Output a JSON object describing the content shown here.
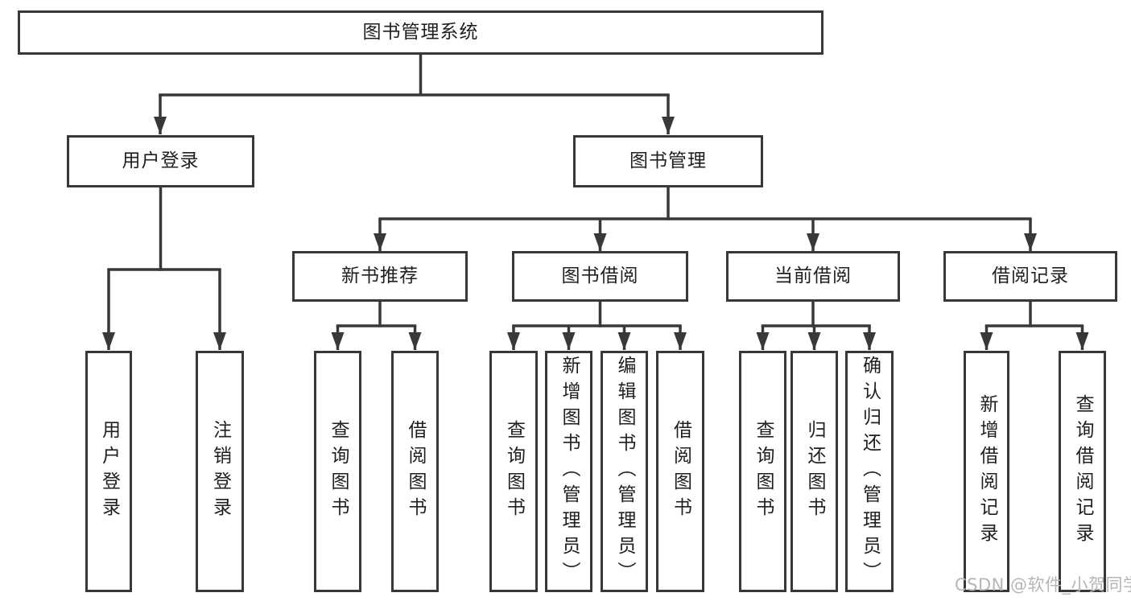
{
  "diagram": {
    "root": {
      "label": "图书管理系统",
      "children": [
        {
          "label": "用户登录",
          "children": [
            {
              "label": "用户登录"
            },
            {
              "label": "注销登录"
            }
          ]
        },
        {
          "label": "图书管理",
          "children": [
            {
              "label": "新书推荐",
              "children": [
                {
                  "label": "查询图书"
                },
                {
                  "label": "借阅图书"
                }
              ]
            },
            {
              "label": "图书借阅",
              "children": [
                {
                  "label": "查询图书"
                },
                {
                  "label": "新增图书（管理员）"
                },
                {
                  "label": "编辑图书（管理员）"
                },
                {
                  "label": "借阅图书"
                }
              ]
            },
            {
              "label": "当前借阅",
              "children": [
                {
                  "label": "查询图书"
                },
                {
                  "label": "归还图书"
                },
                {
                  "label": "确认归还（管理员）"
                }
              ]
            },
            {
              "label": "借阅记录",
              "children": [
                {
                  "label": "新增借阅记录"
                },
                {
                  "label": "查询借阅记录"
                }
              ]
            }
          ]
        }
      ]
    }
  },
  "watermark": "CSDN @软件_小贺同学",
  "colors": {
    "line": "#383838",
    "text": "#1f1f1f",
    "watermark": "#b6b6b6",
    "background": "#ffffff"
  }
}
